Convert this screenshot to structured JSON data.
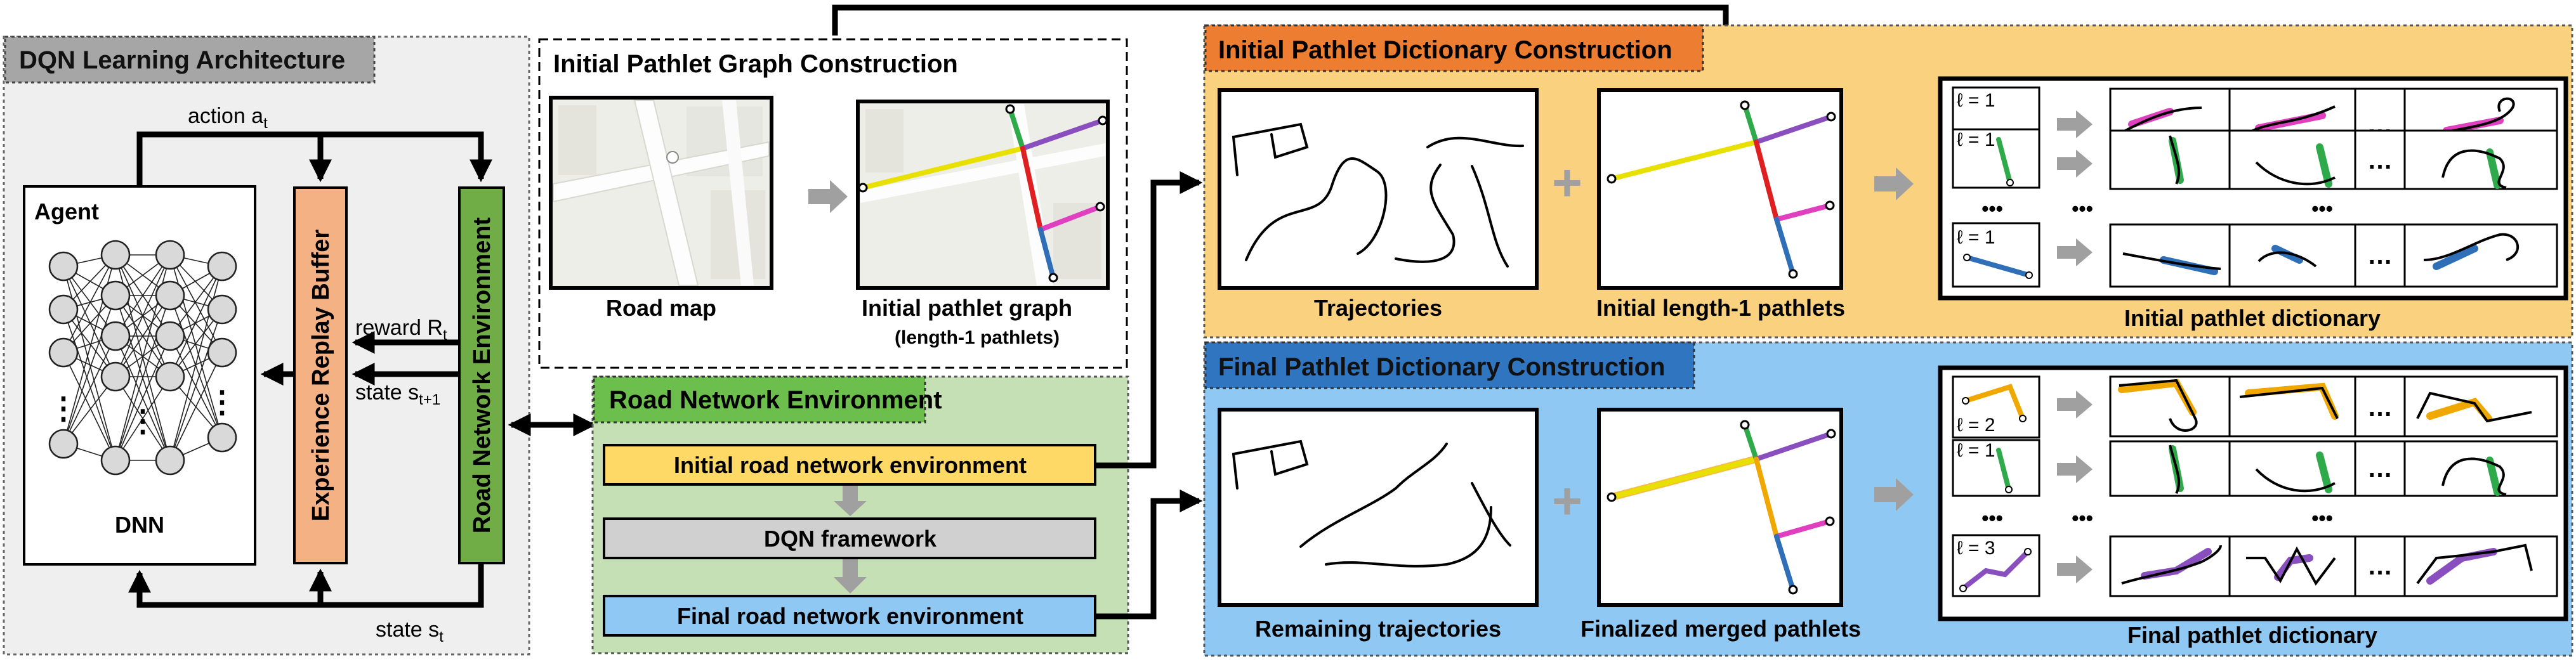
{
  "dqn": {
    "title": "DQN Learning Architecture",
    "agent_label": "Agent",
    "dnn_label": "DNN",
    "buffer_label": "Experience Replay Buffer",
    "env_label": "Road Network Environment",
    "action_label": "action a",
    "action_sub": "t",
    "reward_label": "reward R",
    "reward_sub": "t",
    "state_next_label": "state s",
    "state_next_sub": "t+1",
    "state_label": "state s",
    "state_sub": "t",
    "ellipsis": "⋮"
  },
  "pathlet_graph": {
    "title": "Initial Pathlet Graph Construction",
    "road_map_label": "Road map",
    "graph_label": "Initial pathlet graph",
    "graph_sublabel": "(length-1 pathlets)"
  },
  "rne": {
    "title": "Road Network Environment",
    "step1": "Initial road network environment",
    "step2": "DQN framework",
    "step3": "Final road network environment"
  },
  "initial_dict": {
    "title": "Initial Pathlet Dictionary Construction",
    "trajectories_label": "Trajectories",
    "pathlets_label": "Initial length-1 pathlets",
    "dictionary_label": "Initial pathlet dictionary",
    "rows": [
      {
        "ell": "ℓ = 1"
      },
      {
        "ell": "ℓ = 1"
      },
      {
        "ell": "ℓ = 1"
      }
    ]
  },
  "final_dict": {
    "title": "Final Pathlet Dictionary Construction",
    "trajectories_label": "Remaining trajectories",
    "pathlets_label": "Finalized merged pathlets",
    "dictionary_label": "Final pathlet dictionary",
    "rows": [
      {
        "ell": "ℓ = 2"
      },
      {
        "ell": "ℓ = 1"
      },
      {
        "ell": "ℓ = 3"
      }
    ]
  },
  "dots": "…",
  "vdots": "•••",
  "plus": "+",
  "colors": {
    "dqn_bg": "#efefef",
    "dqn_title_bg": "#a6a6a6",
    "buffer": "#f4b183",
    "env_green": "#70ad47",
    "rne_bg": "#c5e0b4",
    "rne_title": "#6cbf4c",
    "step_yellow": "#ffd966",
    "step_gray": "#d0d0d0",
    "step_blue": "#8fc9f3",
    "init_bg": "#f9d17f",
    "init_title": "#ed7d31",
    "final_bg": "#8fc9f3",
    "final_title": "#2f75c0",
    "arrow_gray": "#a0a0a0",
    "yellow_path": "#e8e000",
    "green_path": "#2eaa4a",
    "purple_path": "#8a4fbf",
    "red_path": "#e02020",
    "magenta_path": "#e040c0",
    "blue_path": "#2e6fb7",
    "orange_path": "#f0a800"
  }
}
